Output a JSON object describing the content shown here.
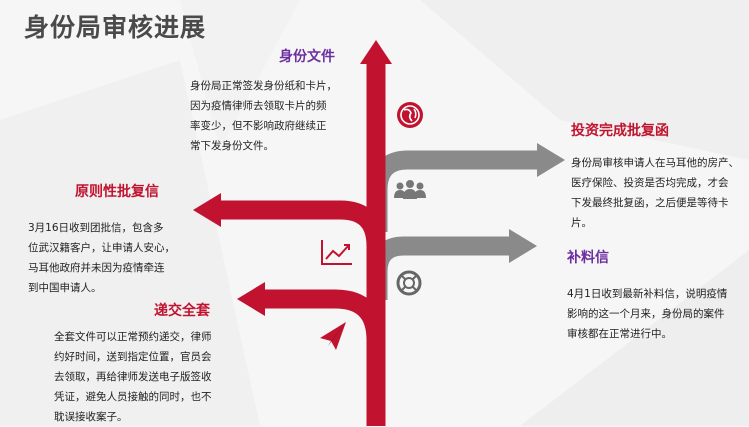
{
  "page": {
    "title": "身份局审核进展"
  },
  "colors": {
    "red": "#c1132f",
    "gray": "#8a8a8a",
    "purple": "#6b2fa0",
    "heading_red": "#c1132f"
  },
  "sections": {
    "id_docs": {
      "heading": "身份文件",
      "lines": [
        "身份局正常签发身份纸和卡片，",
        "因为疫情律师去领取卡片的频",
        "率变少，但不影响政府继续正",
        "常下发身份文件。"
      ]
    },
    "approval_letter": {
      "heading": "原则性批复信",
      "lines": [
        "3月16日收到团批信，包含多",
        "位武汉籍客户，让申请人安心，",
        "马耳他政府并未因为疫情牵连",
        "到中国申请人。"
      ]
    },
    "submission": {
      "heading": "递交全套",
      "lines": [
        "全套文件可以正常预约递交，律师",
        "约好时间，送到指定位置，官员会",
        "去领取，再给律师发送电子版签收",
        "凭证，避免人员接触的同时，也不",
        "耽误接收案子。"
      ]
    },
    "investment": {
      "heading": "投资完成批复函",
      "lines": [
        "身份局审核申请人在马耳他的房产、",
        "医疗保险、投资是否均完成，才会",
        "下发最终批复函，之后便是等待卡",
        "片。"
      ]
    },
    "supplement": {
      "heading": "补料信",
      "lines": [
        "4月1日收到最新补料信，说明疫情",
        "影响的这一个月来，身份局的案件",
        "审核都在正常进行中。"
      ]
    }
  },
  "icons": [
    "globe-icon",
    "people-icon",
    "chart-up-icon",
    "lifebuoy-icon",
    "paper-plane-icon"
  ]
}
